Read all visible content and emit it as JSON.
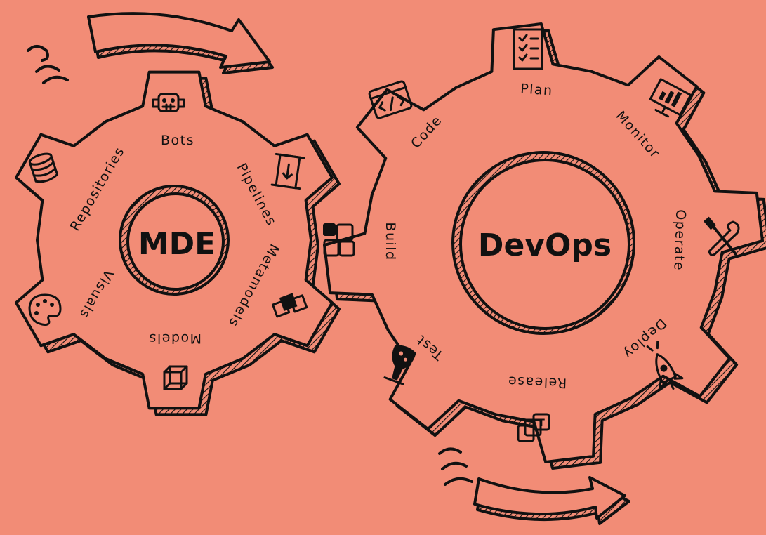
{
  "colors": {
    "background": "#f28c76",
    "ink": "#111111"
  },
  "mde_gear": {
    "hub_label": "MDE",
    "segments": [
      {
        "label": "Bots",
        "icon": "robot-icon"
      },
      {
        "label": "Pipelines",
        "icon": "pipeline-icon"
      },
      {
        "label": "Metamodels",
        "icon": "metamodel-icon"
      },
      {
        "label": "Models",
        "icon": "cube-icon"
      },
      {
        "label": "Visuals",
        "icon": "palette-icon"
      },
      {
        "label": "Repositories",
        "icon": "database-icon"
      }
    ]
  },
  "devops_gear": {
    "hub_label": "DevOps",
    "segments": [
      {
        "label": "Plan",
        "icon": "checklist-icon"
      },
      {
        "label": "Monitor",
        "icon": "monitor-chart-icon"
      },
      {
        "label": "Operate",
        "icon": "tools-icon"
      },
      {
        "label": "Deploy",
        "icon": "rocket-icon"
      },
      {
        "label": "Release",
        "icon": "packages-icon"
      },
      {
        "label": "Test",
        "icon": "flask-icon"
      },
      {
        "label": "Build",
        "icon": "blocks-icon"
      },
      {
        "label": "Code",
        "icon": "code-window-icon"
      }
    ]
  }
}
